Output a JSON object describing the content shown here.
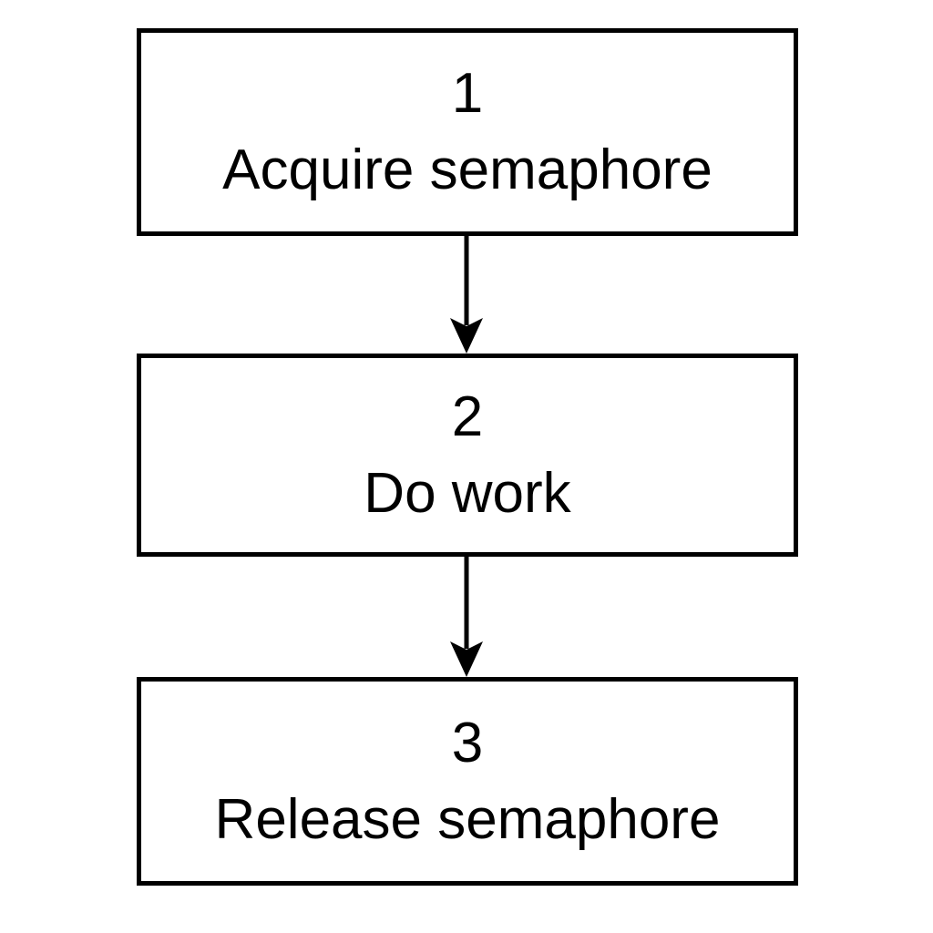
{
  "diagram": {
    "type": "flowchart",
    "direction": "top-down",
    "colors": {
      "stroke": "#000000",
      "node_fill": "#ffffff",
      "background": "#ffffff"
    },
    "nodes": [
      {
        "number": "1",
        "label": "Acquire semaphore"
      },
      {
        "number": "2",
        "label": "Do work"
      },
      {
        "number": "3",
        "label": "Release semaphore"
      }
    ],
    "edges": [
      {
        "from": "1",
        "to": "2"
      },
      {
        "from": "2",
        "to": "3"
      }
    ]
  }
}
